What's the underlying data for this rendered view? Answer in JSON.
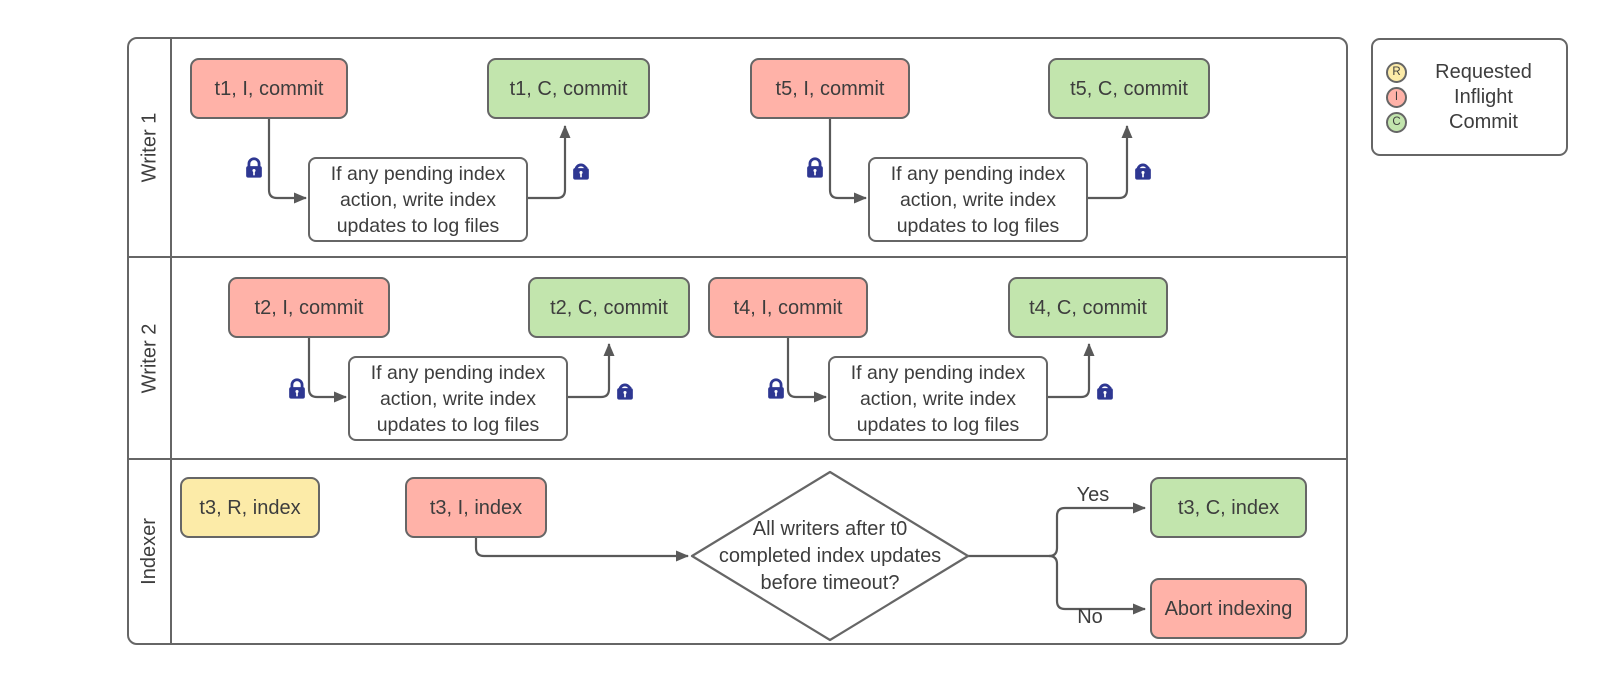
{
  "colors": {
    "inflight_fill": "#ffb2a8",
    "commit_fill": "#c2e5ad",
    "requested_fill": "#fceba8",
    "box_border": "#666666",
    "wire": "#595959",
    "text": "#3d3d3d",
    "lock": "#2e3792"
  },
  "lanes": [
    {
      "label": "Writer 1"
    },
    {
      "label": "Writer 2"
    },
    {
      "label": "Indexer"
    }
  ],
  "writer1": {
    "g1": {
      "inflight": "t1, I, commit",
      "process": "If any pending index action, write index updates to log files",
      "commit": "t1, C, commit"
    },
    "g2": {
      "inflight": "t5, I, commit",
      "process": "If any pending index action, write index updates to log files",
      "commit": "t5, C, commit"
    }
  },
  "writer2": {
    "g1": {
      "inflight": "t2, I, commit",
      "process": "If any pending index action, write index updates to log files",
      "commit": "t2, C, commit"
    },
    "g2": {
      "inflight": "t4, I, commit",
      "process": "If any pending index action, write index updates to log files",
      "commit": "t4, C, commit"
    }
  },
  "indexer": {
    "requested": "t3, R, index",
    "inflight": "t3, I, index",
    "decision": "All writers after t0 completed index updates before timeout?",
    "yes_label": "Yes",
    "no_label": "No",
    "commit": "t3, C, index",
    "abort": "Abort indexing"
  },
  "legend": {
    "items": [
      {
        "letter": "R",
        "label": "Requested"
      },
      {
        "letter": "I",
        "label": "Inflight"
      },
      {
        "letter": "C",
        "label": "Commit"
      }
    ]
  }
}
